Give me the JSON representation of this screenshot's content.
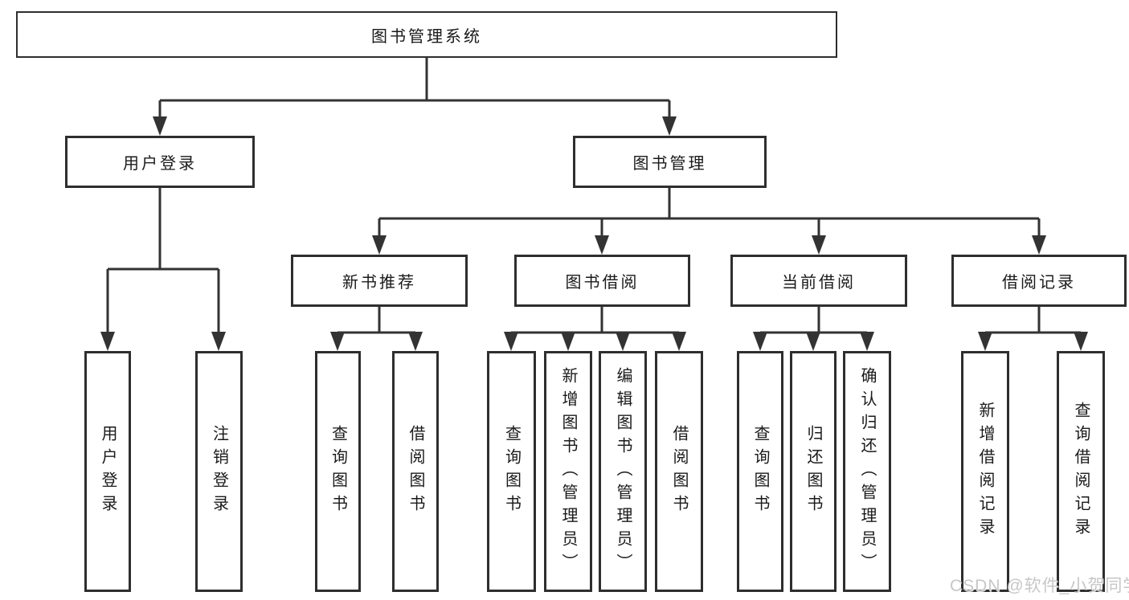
{
  "tree": {
    "root": {
      "label": "图书管理系统"
    },
    "branches": [
      {
        "label": "用户登录",
        "leaves": [
          "用户登录",
          "注销登录"
        ]
      },
      {
        "label": "图书管理",
        "groups": [
          {
            "label": "新书推荐",
            "leaves": [
              "查询图书",
              "借阅图书"
            ]
          },
          {
            "label": "图书借阅",
            "leaves": [
              "查询图书",
              "新增图书（管理员）",
              "编辑图书（管理员）",
              "借阅图书"
            ]
          },
          {
            "label": "当前借阅",
            "leaves": [
              "查询图书",
              "归还图书",
              "确认归还（管理员）"
            ]
          },
          {
            "label": "借阅记录",
            "leaves": [
              "新增借阅记录",
              "查询借阅记录"
            ]
          }
        ]
      }
    ]
  },
  "watermark": {
    "text": "CSDN @软件_小贺同学"
  },
  "colors": {
    "line": "#333333",
    "border": "#2e2e2e",
    "text": "#1a1a1a",
    "background": "#ffffff",
    "watermark": "#c7c7c7"
  }
}
